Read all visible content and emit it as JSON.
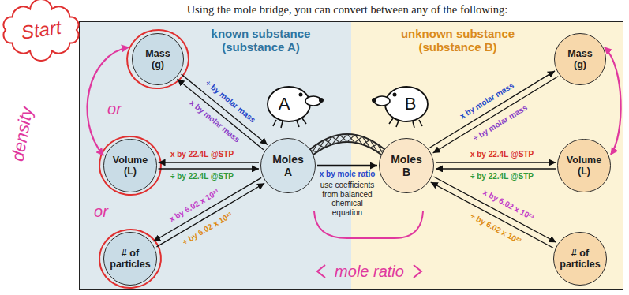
{
  "diagram": {
    "title": "Using the mole bridge, you can convert between any of the following:",
    "nodes": [
      {
        "text": [
          "known substance (substance A)"
        ]
      },
      {
        "text": [
          "Mass (g)"
        ],
        "in": 0
      },
      {
        "text": [
          "Volume (L)"
        ],
        "in": 0
      },
      {
        "text": [
          "# of particles"
        ],
        "in": 0
      },
      {
        "text": [
          "Moles A"
        ],
        "in": 0
      },
      {
        "text": [
          "unknown substance (substance B)"
        ]
      },
      {
        "text": [
          "Moles B"
        ],
        "in": 5
      },
      {
        "text": [
          "Mass (g)"
        ],
        "in": 5
      },
      {
        "text": [
          "Volume (L)"
        ],
        "in": 5
      },
      {
        "text": [
          "# of particles"
        ],
        "in": 5
      }
    ],
    "edges": [
      {
        "from": 1,
        "to": 4,
        "arrow": "to",
        "label": "÷ by molar mass"
      },
      {
        "from": 4,
        "to": 1,
        "arrow": "to",
        "label": "x by molar mass"
      },
      {
        "from": 4,
        "to": 2,
        "arrow": "to",
        "label": "x by 22.4L @STP"
      },
      {
        "from": 2,
        "to": 4,
        "arrow": "to",
        "label": "÷ by 22.4L @STP"
      },
      {
        "from": 4,
        "to": 3,
        "arrow": "to",
        "label": "x by 6.02 x 10²³"
      },
      {
        "from": 3,
        "to": 4,
        "arrow": "to",
        "label": "÷ by 6.02 x 10²³"
      },
      {
        "from": 4,
        "to": 6,
        "arrow": "to",
        "label": "x by mole ratio"
      },
      {
        "from": 6,
        "to": 7,
        "arrow": "to",
        "label": "x by molar mass"
      },
      {
        "from": 7,
        "to": 6,
        "arrow": "to",
        "label": "÷ by molar mass"
      },
      {
        "from": 6,
        "to": 8,
        "arrow": "to",
        "label": "x by 22.4L @STP"
      },
      {
        "from": 8,
        "to": 6,
        "arrow": "to",
        "label": "÷ by 22.4L @STP"
      },
      {
        "from": 6,
        "to": 9,
        "arrow": "to",
        "label": "x by 6.02 x 10²³"
      },
      {
        "from": 9,
        "to": 6,
        "arrow": "to",
        "label": "÷ by 6.02 x 10²³"
      }
    ],
    "labels": [
      "use coefficients from balanced chemical equation",
      "Start",
      "density",
      "or",
      "or",
      "A",
      "B",
      "mole ratio"
    ]
  }
}
